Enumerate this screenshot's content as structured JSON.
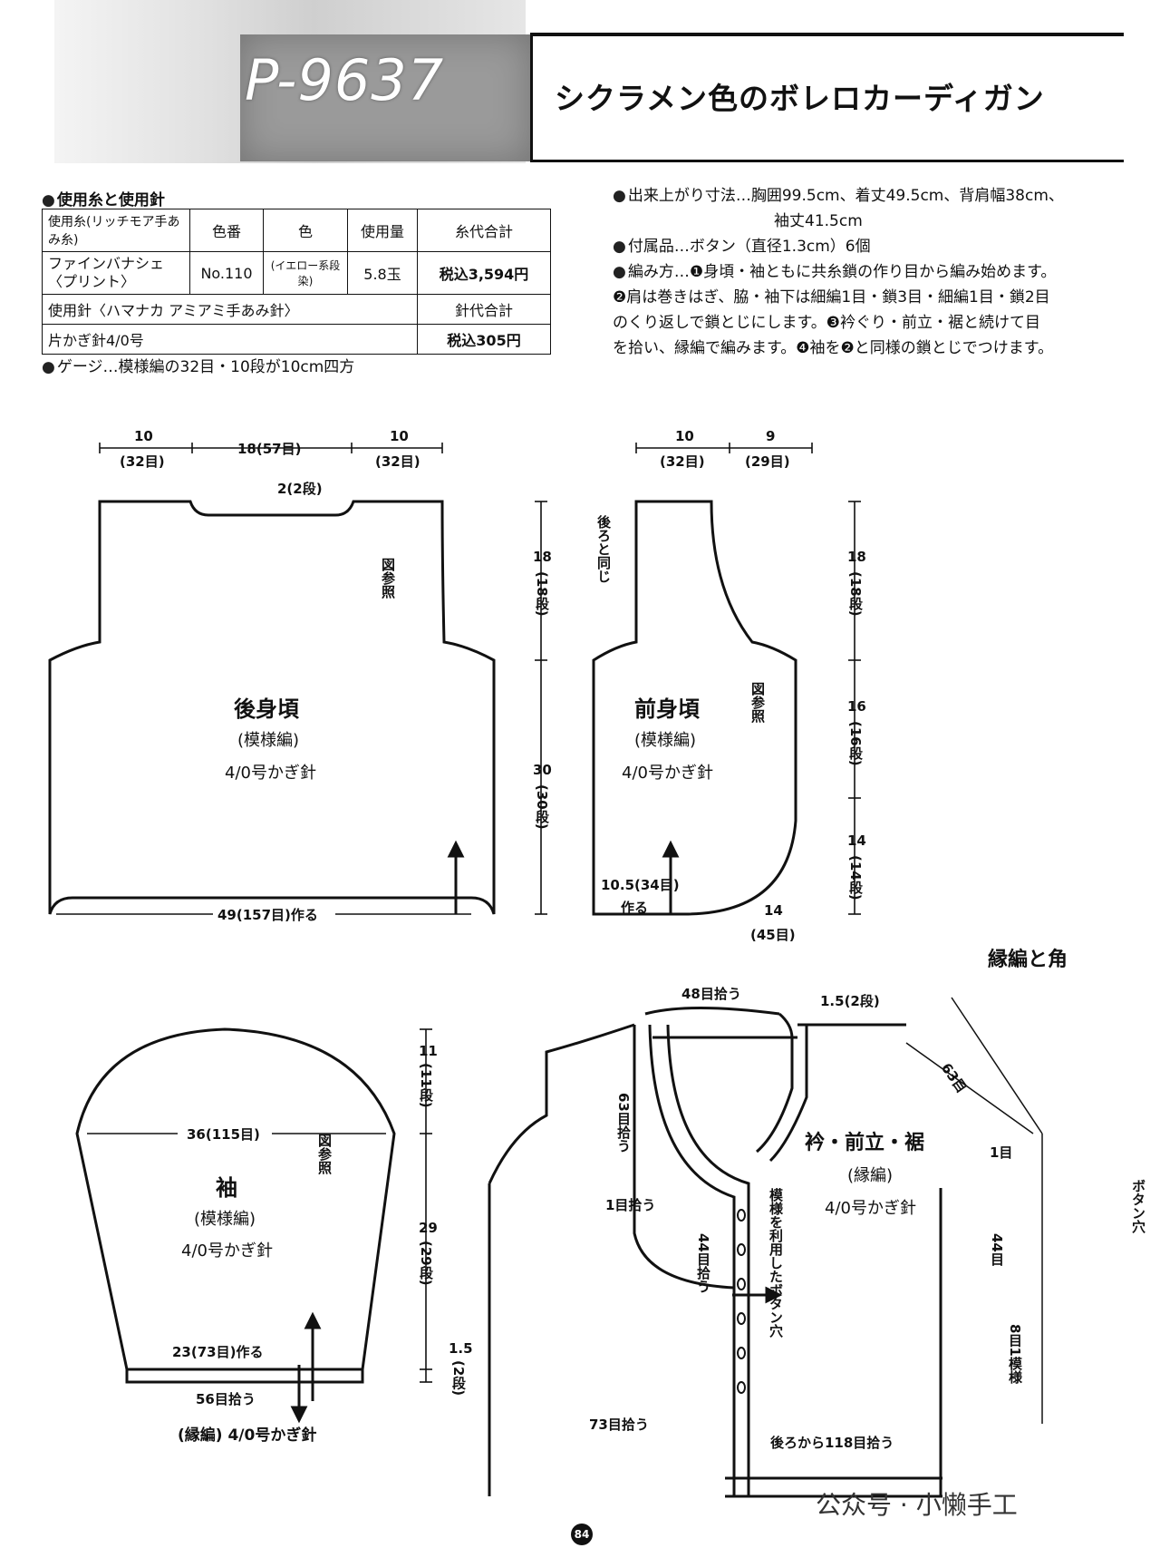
{
  "header": {
    "pattern_no": "P-9637",
    "title": "シクラメン色のボレロカーディガン"
  },
  "materials": {
    "heading": "使用糸と使用針",
    "table_headers": [
      "使用糸(リッチモア手あみ糸)",
      "色番",
      "色",
      "使用量",
      "糸代合計"
    ],
    "yarn_row": [
      "ファインバナシェ\n〈プリント〉",
      "No.110",
      "(イエロー系段染)",
      "5.8玉",
      "税込3,594円"
    ],
    "needle_header": "使用針〈ハマナカ アミアミ手あみ針〉",
    "needle_total_header": "針代合計",
    "needle_row": [
      "片かぎ針4/0号",
      "税込305円"
    ],
    "gauge": "ゲージ…模様編の32目・10段が10cm四方"
  },
  "specs": {
    "size_line1": "出来上がり寸法…胸囲99.5cm、着丈49.5cm、背肩幅38cm、",
    "size_line2": "袖丈41.5cm",
    "accessories": "付属品…ボタン（直径1.3cm）6個",
    "method1": "編み方…❶身頃・袖ともに共糸鎖の作り目から編み始めます。",
    "method2": "❷肩は巻きはぎ、脇・袖下は細編1目・鎖3目・細編1目・鎖2目",
    "method3": "のくり返しで鎖とじにします。❸衿ぐり・前立・裾と続けて目",
    "method4": "を拾い、縁編で編みます。❹袖を❷と同様の鎖とじでつけます。"
  },
  "back_body": {
    "name": "後身頃",
    "stitch": "(模様編)",
    "hook": "4/0号かぎ針",
    "top_left": "10",
    "top_left_sub": "(32目)",
    "top_mid": "18(57目)",
    "top_right": "10",
    "top_right_sub": "(32目)",
    "neck_depth": "2(2段)",
    "ref": "図参照",
    "armhole": "18",
    "armhole_sub": "(18段)",
    "body": "30",
    "body_sub": "(30段)",
    "bottom": "49(157目)作る"
  },
  "front_body": {
    "name": "前身頃",
    "stitch": "(模様編)",
    "hook": "4/0号かぎ針",
    "top_left": "10",
    "top_left_sub": "(32目)",
    "top_right": "9",
    "top_right_sub": "(29目)",
    "same_as_back": "後ろと同じ",
    "ref": "図参照",
    "h1": "18",
    "h1_sub": "(18段)",
    "h2": "16",
    "h2_sub": "(16段)",
    "h3": "14",
    "h3_sub": "(14段)",
    "bottom_left": "10.5(34目)",
    "bottom_left_sub": "作る",
    "bottom_right": "14",
    "bottom_right_sub": "(45目)"
  },
  "sleeve": {
    "name": "袖",
    "stitch": "(模様編)",
    "hook": "4/0号かぎ針",
    "width": "36(115目)",
    "ref": "図参照",
    "cap": "11",
    "cap_sub": "(11段)",
    "length": "29",
    "length_sub": "(29段)",
    "cuff_h": "1.5",
    "cuff_h_sub": "(2段)",
    "bottom": "23(73目)作る",
    "pickup": "56目拾う",
    "edge": "(縁編) 4/0号かぎ針"
  },
  "collar": {
    "name": "衿・前立・裾",
    "stitch": "(縁編)",
    "hook": "4/0号かぎ針",
    "neck_pick": "48目拾う",
    "neck_h": "1.5(2段)",
    "pick63": "63目拾う",
    "pick1": "1目拾う",
    "pick44": "44目拾う",
    "buttonhole": "模様を利用したボタン穴",
    "pick73": "73目拾う",
    "pick118": "後ろから118目拾う"
  },
  "edging": {
    "title": "縁編と角",
    "m63": "63目",
    "m1": "1目",
    "m44": "44目",
    "repeat": "8目1模様",
    "buttonhole": "ボタン穴"
  },
  "footer": {
    "page": "84",
    "watermark": "公众号 · 小懒手工"
  }
}
